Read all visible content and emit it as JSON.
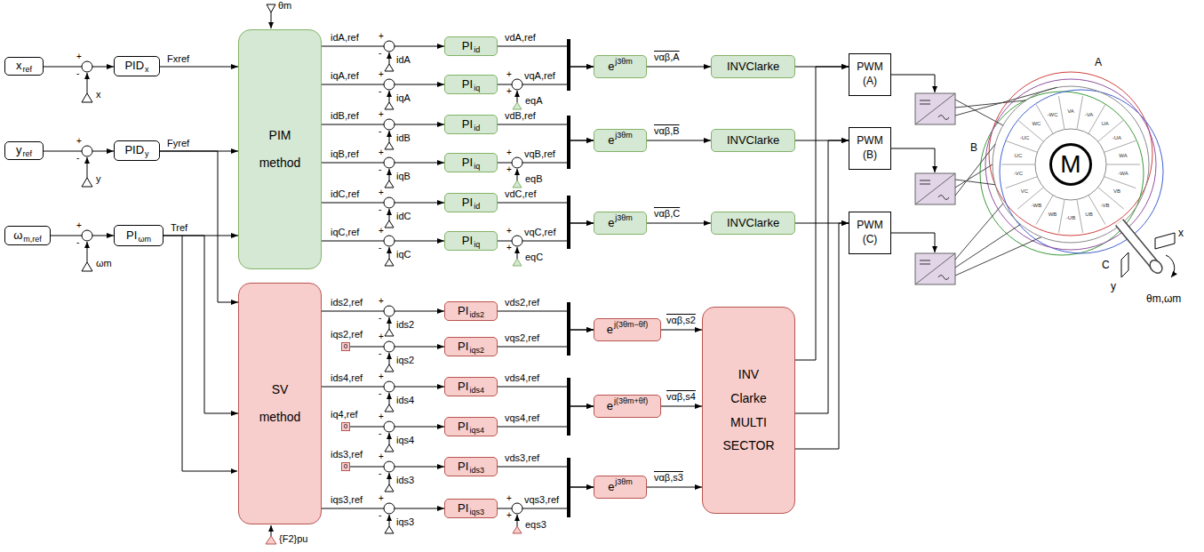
{
  "diagram": {
    "nodes": [
      {
        "text": [
          "x",
          "ref"
        ]
      },
      {
        "text": [
          "PID",
          "x"
        ]
      },
      {
        "text": [
          "y",
          "ref"
        ]
      },
      {
        "text": [
          "PID",
          "y"
        ]
      },
      {
        "text": [
          "ω",
          "m,ref"
        ]
      },
      {
        "text": [
          "PI",
          "ωm"
        ]
      },
      {
        "text": [
          "PIM method"
        ]
      },
      {
        "text": [
          "SV method"
        ]
      },
      {
        "text": [
          "PI",
          "id"
        ]
      },
      {
        "text": [
          "PI",
          "iq"
        ]
      },
      {
        "text": [
          "PI",
          "id"
        ]
      },
      {
        "text": [
          "PI",
          "iq"
        ]
      },
      {
        "text": [
          "PI",
          "id"
        ]
      },
      {
        "text": [
          "PI",
          "iq"
        ]
      },
      {
        "text": [
          "0"
        ]
      },
      {
        "text": [
          "0"
        ]
      },
      {
        "text": [
          "0"
        ]
      },
      {
        "text": [
          "PI",
          "ids2"
        ]
      },
      {
        "text": [
          "PI",
          "iqs2"
        ]
      },
      {
        "text": [
          "PI",
          "ids4"
        ]
      },
      {
        "text": [
          "PI",
          "iqs4"
        ]
      },
      {
        "text": [
          "PI",
          "ids3"
        ]
      },
      {
        "text": [
          "PI",
          "iqs3"
        ]
      },
      {
        "text": [
          "e",
          "j3θm"
        ]
      },
      {
        "text": [
          "e",
          "j3θm"
        ]
      },
      {
        "text": [
          "e",
          "j3θm"
        ]
      },
      {
        "text": [
          "e",
          "j(3θm−θf)"
        ]
      },
      {
        "text": [
          "e",
          "j(3θm+θf)"
        ]
      },
      {
        "text": [
          "e",
          "j3θm"
        ]
      },
      {
        "text": [
          "INVClarke"
        ]
      },
      {
        "text": [
          "INVClarke"
        ]
      },
      {
        "text": [
          "INVClarke"
        ]
      },
      {
        "text": [
          "INV Clarke MULTI SECTOR"
        ]
      },
      {
        "text": [
          "PWM (A)"
        ]
      },
      {
        "text": [
          "PWM (B)"
        ]
      },
      {
        "text": [
          "PWM (C)"
        ]
      },
      {
        "text": [
          "M"
        ]
      }
    ],
    "edges": [
      {
        "from": 0,
        "to": 1,
        "arrow": "to"
      },
      {
        "from": 1,
        "to": 6,
        "arrow": "to"
      },
      {
        "from": 2,
        "to": 3,
        "arrow": "to"
      },
      {
        "from": 3,
        "to": 6,
        "arrow": "to"
      },
      {
        "from": 3,
        "to": 7,
        "arrow": "to"
      },
      {
        "from": 4,
        "to": 5,
        "arrow": "to"
      },
      {
        "from": 5,
        "to": 6,
        "arrow": "to"
      },
      {
        "from": 5,
        "to": 7,
        "arrow": "to"
      },
      {
        "from": 6,
        "to": 8,
        "arrow": "to"
      },
      {
        "from": 6,
        "to": 9,
        "arrow": "to"
      },
      {
        "from": 6,
        "to": 10,
        "arrow": "to"
      },
      {
        "from": 6,
        "to": 11,
        "arrow": "to"
      },
      {
        "from": 6,
        "to": 12,
        "arrow": "to"
      },
      {
        "from": 6,
        "to": 13,
        "arrow": "to"
      },
      {
        "from": 7,
        "to": 17,
        "arrow": "to"
      },
      {
        "from": 14,
        "to": 18,
        "arrow": "to"
      },
      {
        "from": 7,
        "to": 19,
        "arrow": "to"
      },
      {
        "from": 15,
        "to": 20,
        "arrow": "to"
      },
      {
        "from": 16,
        "to": 21,
        "arrow": "to"
      },
      {
        "from": 7,
        "to": 22,
        "arrow": "to"
      },
      {
        "from": 8,
        "to": 23,
        "arrow": "to"
      },
      {
        "from": 9,
        "to": 23,
        "arrow": "to"
      },
      {
        "from": 10,
        "to": 24,
        "arrow": "to"
      },
      {
        "from": 11,
        "to": 24,
        "arrow": "to"
      },
      {
        "from": 12,
        "to": 25,
        "arrow": "to"
      },
      {
        "from": 13,
        "to": 25,
        "arrow": "to"
      },
      {
        "from": 17,
        "to": 26,
        "arrow": "to"
      },
      {
        "from": 18,
        "to": 26,
        "arrow": "to"
      },
      {
        "from": 19,
        "to": 27,
        "arrow": "to"
      },
      {
        "from": 20,
        "to": 27,
        "arrow": "to"
      },
      {
        "from": 21,
        "to": 28,
        "arrow": "to"
      },
      {
        "from": 22,
        "to": 28,
        "arrow": "to"
      },
      {
        "from": 23,
        "to": 29,
        "arrow": "to"
      },
      {
        "from": 24,
        "to": 30,
        "arrow": "to"
      },
      {
        "from": 25,
        "to": 31,
        "arrow": "to"
      },
      {
        "from": 26,
        "to": 32,
        "arrow": "to"
      },
      {
        "from": 27,
        "to": 32,
        "arrow": "to"
      },
      {
        "from": 28,
        "to": 32,
        "arrow": "to"
      },
      {
        "from": 29,
        "to": 33,
        "arrow": "to"
      },
      {
        "from": 30,
        "to": 34,
        "arrow": "to"
      },
      {
        "from": 31,
        "to": 35,
        "arrow": "to"
      },
      {
        "from": 32,
        "to": 33,
        "arrow": "to"
      },
      {
        "from": 32,
        "to": 34,
        "arrow": "to"
      },
      {
        "from": 32,
        "to": 35,
        "arrow": "to"
      }
    ],
    "labels": [
      "Fxref",
      "Fyref",
      "Tref",
      "x",
      "y",
      "ωm",
      "θm",
      "{F2}pu",
      "idA,ref",
      "idA",
      "vdA,ref",
      "iqA,ref",
      "iqA",
      "vqA,ref",
      "eqA",
      "idB,ref",
      "idB",
      "vdB,ref",
      "iqB,ref",
      "iqB",
      "vqB,ref",
      "eqB",
      "idC,ref",
      "idC",
      "vdC,ref",
      "iqC,ref",
      "iqC",
      "vqC,ref",
      "eqC",
      "ids2,ref",
      "ids2",
      "vds2,ref",
      "iqs2,ref",
      "iqs2",
      "vqs2,ref",
      "ids4,ref",
      "ids4",
      "vds4,ref",
      "iq4,ref",
      "iqs4",
      "vqs4,ref",
      "ids3,ref",
      "ids3",
      "vds3,ref",
      "iqs3,ref",
      "iqs3",
      "vqs3,ref",
      "eqs3",
      "vαβ,A",
      "vαβ,B",
      "vαβ,C",
      "vαβ,s2",
      "vαβ,s4",
      "vαβ,s3",
      "A",
      "B",
      "C",
      "x",
      "y",
      "θm,ωm",
      "+",
      "-",
      "+",
      "-",
      "+",
      "-",
      "+",
      "-",
      "+",
      "-",
      "+",
      "-",
      "+",
      "-",
      "+",
      "-",
      "+",
      "-",
      "+",
      "-",
      "+",
      "-",
      "+",
      "-",
      "+",
      "-",
      "+",
      "-",
      "+",
      "-",
      "+",
      "+",
      "+",
      "+",
      "+",
      "+",
      "+",
      "+",
      "VA",
      "-VA",
      "UA",
      "-UA",
      "WA",
      "-WA",
      "VB",
      "-VB",
      "UB",
      "-UB",
      "WB",
      "-WB",
      "VC",
      "-VC",
      "UC",
      "-UC",
      "WC",
      "-WC"
    ]
  }
}
